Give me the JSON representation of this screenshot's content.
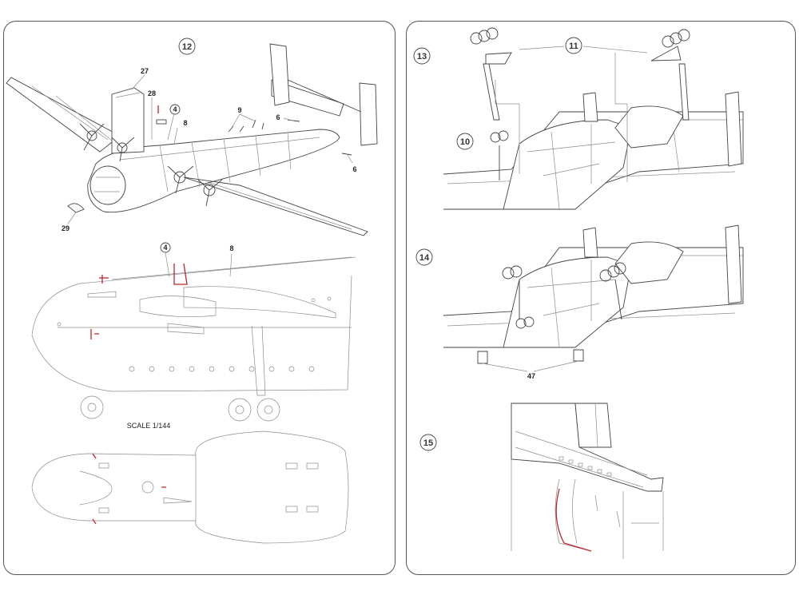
{
  "steps": {
    "s12": "12",
    "s13": "13",
    "s14": "14",
    "s15": "15"
  },
  "callouts": {
    "c27": "27",
    "c28": "28",
    "c4a": "4",
    "c8a": "8",
    "c9": "9",
    "c6a": "6",
    "c6b": "6",
    "c29": "29",
    "c4b": "4",
    "c8b": "8",
    "c11": "11",
    "c10": "10",
    "c47": "47"
  },
  "scale_label": "SCALE 1/144",
  "colors": {
    "line": "#444444",
    "light": "#8c8c8c",
    "accent_red": "#c0272d"
  }
}
